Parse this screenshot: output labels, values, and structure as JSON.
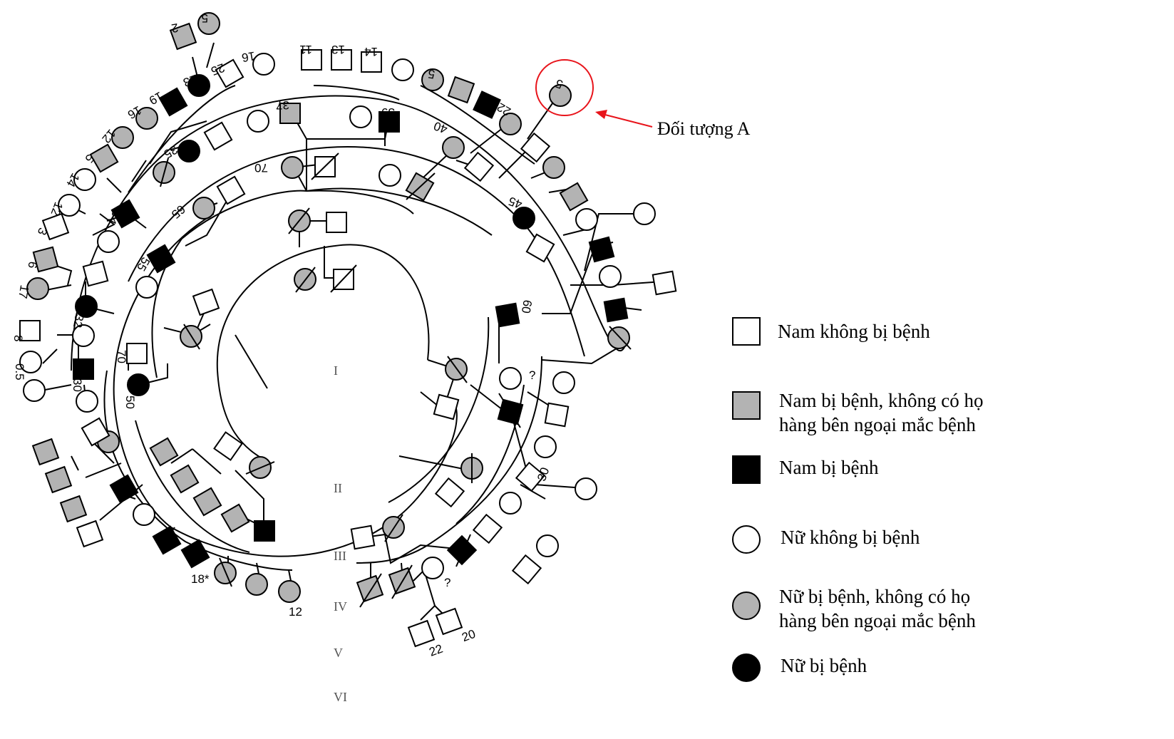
{
  "diagram": {
    "type": "circular-pedigree",
    "generations": [
      "I",
      "II",
      "III",
      "IV",
      "V",
      "VI"
    ],
    "callout": {
      "label": "Đối tượng A",
      "target_individual_label": "5",
      "color": "#e8141b"
    },
    "symbol_colors": {
      "unaffected": "#ffffff",
      "affected_no_outside_relatives": "#b3b3b3",
      "affected": "#000000"
    },
    "age_labels": [
      "5",
      "2",
      "25",
      "23",
      "19",
      "16",
      "12",
      "5",
      "14",
      "12",
      "3",
      "6",
      "17",
      "32",
      "8",
      "0.5",
      "30",
      "70",
      "50",
      "55",
      "65",
      "35",
      "34",
      "16",
      "37",
      "11",
      "13",
      "14",
      "39",
      "70",
      "5",
      "40",
      "22",
      "45",
      "60",
      "30",
      "18*",
      "12",
      "22",
      "20",
      "?",
      "?"
    ]
  },
  "legend": {
    "items": [
      {
        "shape": "square",
        "fill": "white",
        "label": "Nam không bị bệnh"
      },
      {
        "shape": "square",
        "fill": "gray",
        "label": "Nam bị bệnh, không có họ\nhàng bên ngoại mắc bệnh"
      },
      {
        "shape": "square",
        "fill": "black",
        "label": "Nam bị bệnh"
      },
      {
        "shape": "circle",
        "fill": "white",
        "label": "Nữ không bị bệnh"
      },
      {
        "shape": "circle",
        "fill": "gray",
        "label": "Nữ bị bệnh, không có họ\nhàng bên ngoại mắc bệnh"
      },
      {
        "shape": "circle",
        "fill": "black",
        "label": "Nữ bị bệnh"
      }
    ]
  }
}
